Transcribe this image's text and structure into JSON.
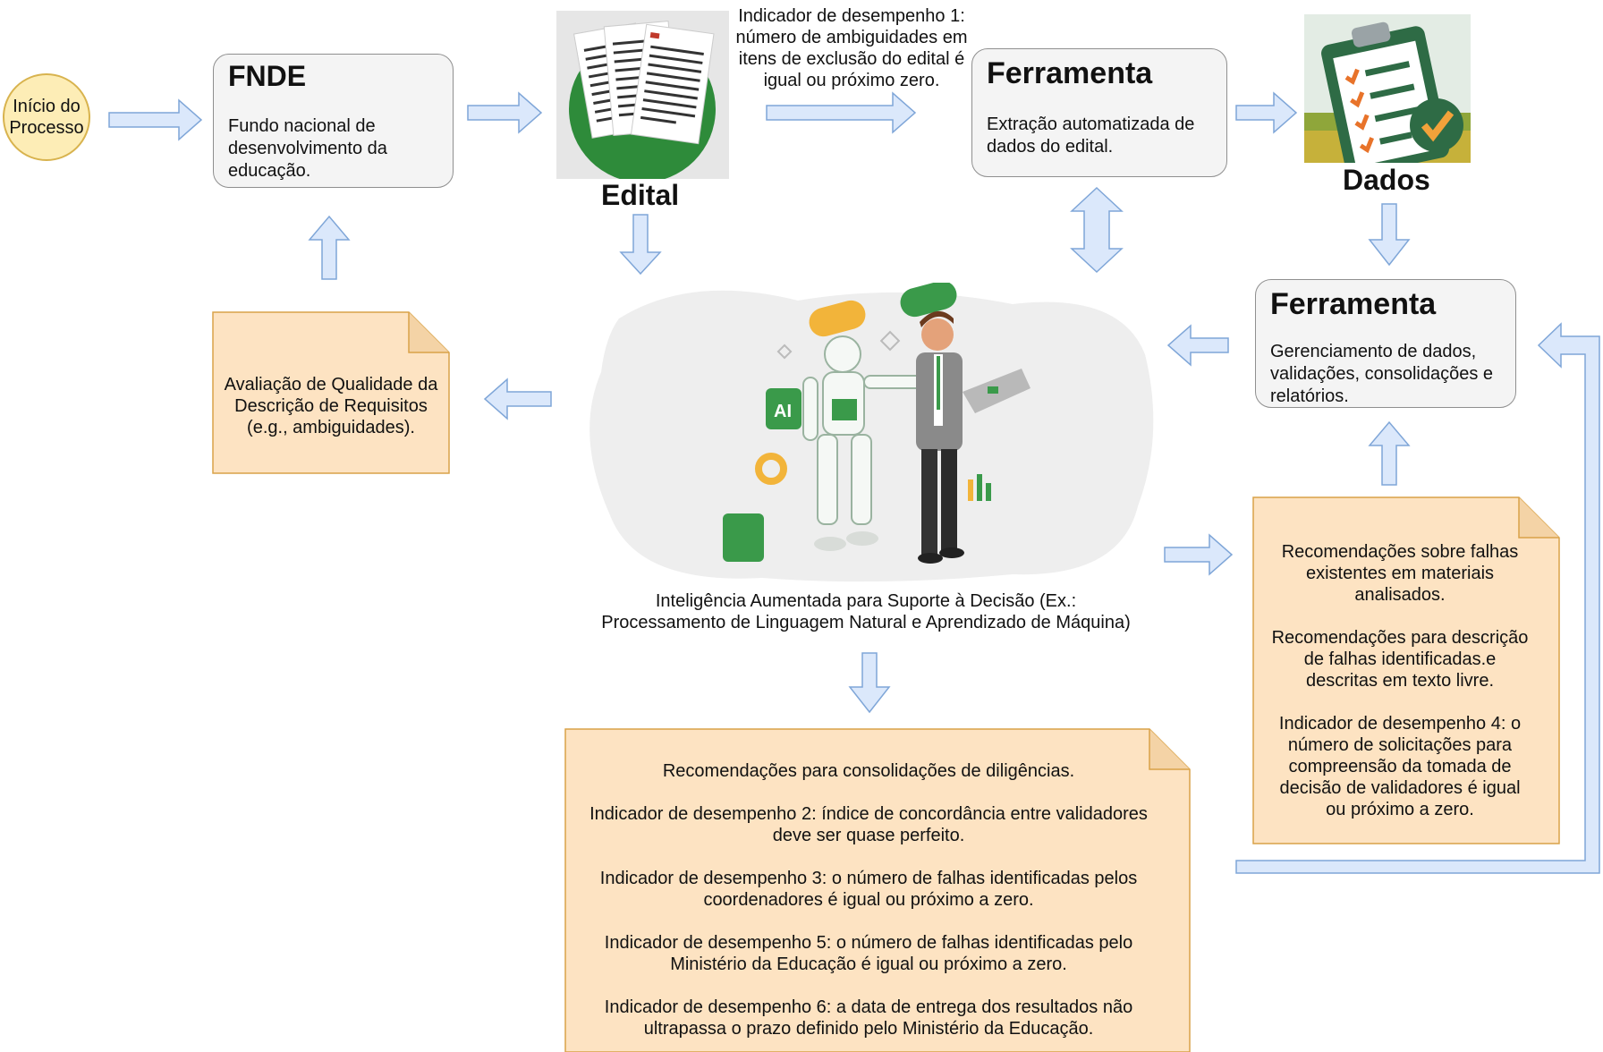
{
  "start": {
    "label": "Início do\nProcesso"
  },
  "fnde": {
    "title": "FNDE",
    "text": "Fundo nacional de\ndesenvolvimento da\neducação."
  },
  "edital": {
    "label": "Edital"
  },
  "indicator1": {
    "text": "Indicador de desempenho 1:\nnúmero de ambiguidades em\nitens de exclusão do edital é\nigual ou próximo zero."
  },
  "ferramenta_top": {
    "title": "Ferramenta",
    "text": "Extração automatizada de\ndados do edital."
  },
  "dados": {
    "label": "Dados"
  },
  "ferramenta_right": {
    "title": "Ferramenta",
    "text": "Gerenciamento de dados,\nvalidações, consolidações e\nrelatórios."
  },
  "quality_note": {
    "text": "Avaliação de Qualidade da\nDescrição de Requisitos\n(e.g., ambiguidades)."
  },
  "ai": {
    "caption": "Inteligência Aumentada para Suporte à Decisão (Ex.:\nProcessamento de Linguagem Natural e Aprendizado de Máquina)",
    "badge": "AI"
  },
  "recommendations_right": {
    "paragraphs": [
      "Recomendações sobre falhas\nexistentes em materiais\nanalisados.",
      "Recomendações para descrição\nde falhas identificadas.e\ndescritas em texto livre.",
      "Indicador de desempenho 4: o\nnúmero de solicitações para\ncompreensão da tomada de\ndecisão de validadores é igual\nou próximo a zero."
    ]
  },
  "recommendations_bottom": {
    "paragraphs": [
      "Recomendações para consolidações de diligências.",
      "Indicador de desempenho 2: índice de concordância entre validadores\ndeve ser quase perfeito.",
      "Indicador de desempenho 3: o número de falhas identificadas pelos\ncoordenadores é igual ou próximo a zero.",
      "Indicador de desempenho 5: o número de falhas identificadas pelo\nMinistério da Educação é igual ou próximo a zero.",
      "Indicador de desempenho 6: a data de entrega dos resultados não\nultrapassa o prazo definido pelo Ministério da Educação."
    ]
  },
  "colors": {
    "arrow_fill": "#dbe8fb",
    "arrow_stroke": "#7fa6d8",
    "note_fill": "#fde3c2",
    "note_border": "#d9a248",
    "box_fill": "#f4f4f4",
    "green": "#2e8b3a"
  }
}
